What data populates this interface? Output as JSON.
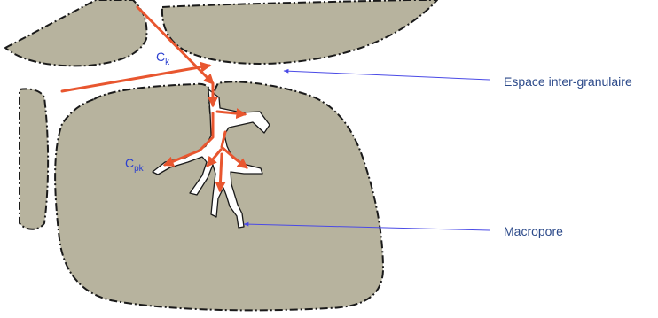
{
  "labels": {
    "ck_main": "C",
    "ck_sub": "k",
    "cpk_main": "C",
    "cpk_sub": "pk",
    "inter_granular": "Espace inter-granulaire",
    "macropore": "Macropore"
  },
  "colors": {
    "grain_fill": "#b7b39e",
    "outline": "#1a1a1a",
    "flow_arrow": "#e8562f",
    "label_blue": "#2b3fd0",
    "pointer_line": "#4a4ae6"
  }
}
